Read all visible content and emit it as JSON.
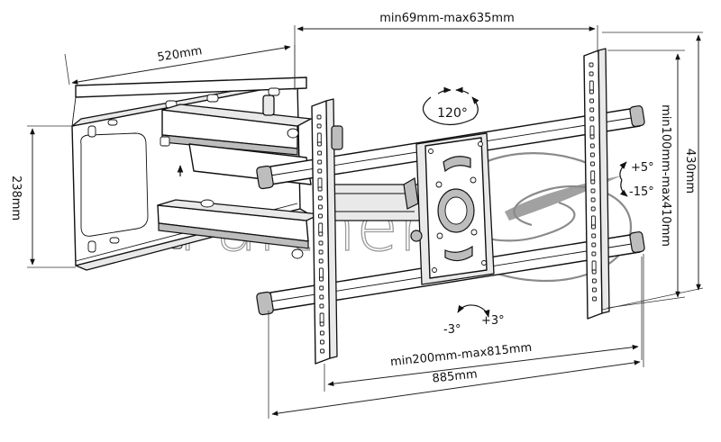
{
  "watermark": {
    "text": "IT Partner",
    "color": "#8a8a8a",
    "logo_icon": "swoosh-s-logo"
  },
  "dimensions": {
    "vesa_horizontal": "min69mm-max635mm",
    "wall_plate_width": "520mm",
    "wall_plate_height": "238mm",
    "overall_height": "430mm",
    "vesa_vertical": "min100mm-max410mm",
    "bracket_width_range": "min200mm-max815mm",
    "overall_width": "885mm"
  },
  "adjustments": {
    "swivel": "120°",
    "tilt_up": "+5°",
    "tilt_down": "-15°",
    "level_minus": "-3°",
    "level_plus": "+3°"
  },
  "colors": {
    "line": "#111111",
    "fill_light": "#e9e9e9",
    "fill_dark": "#bdbdbd",
    "background": "#ffffff"
  }
}
